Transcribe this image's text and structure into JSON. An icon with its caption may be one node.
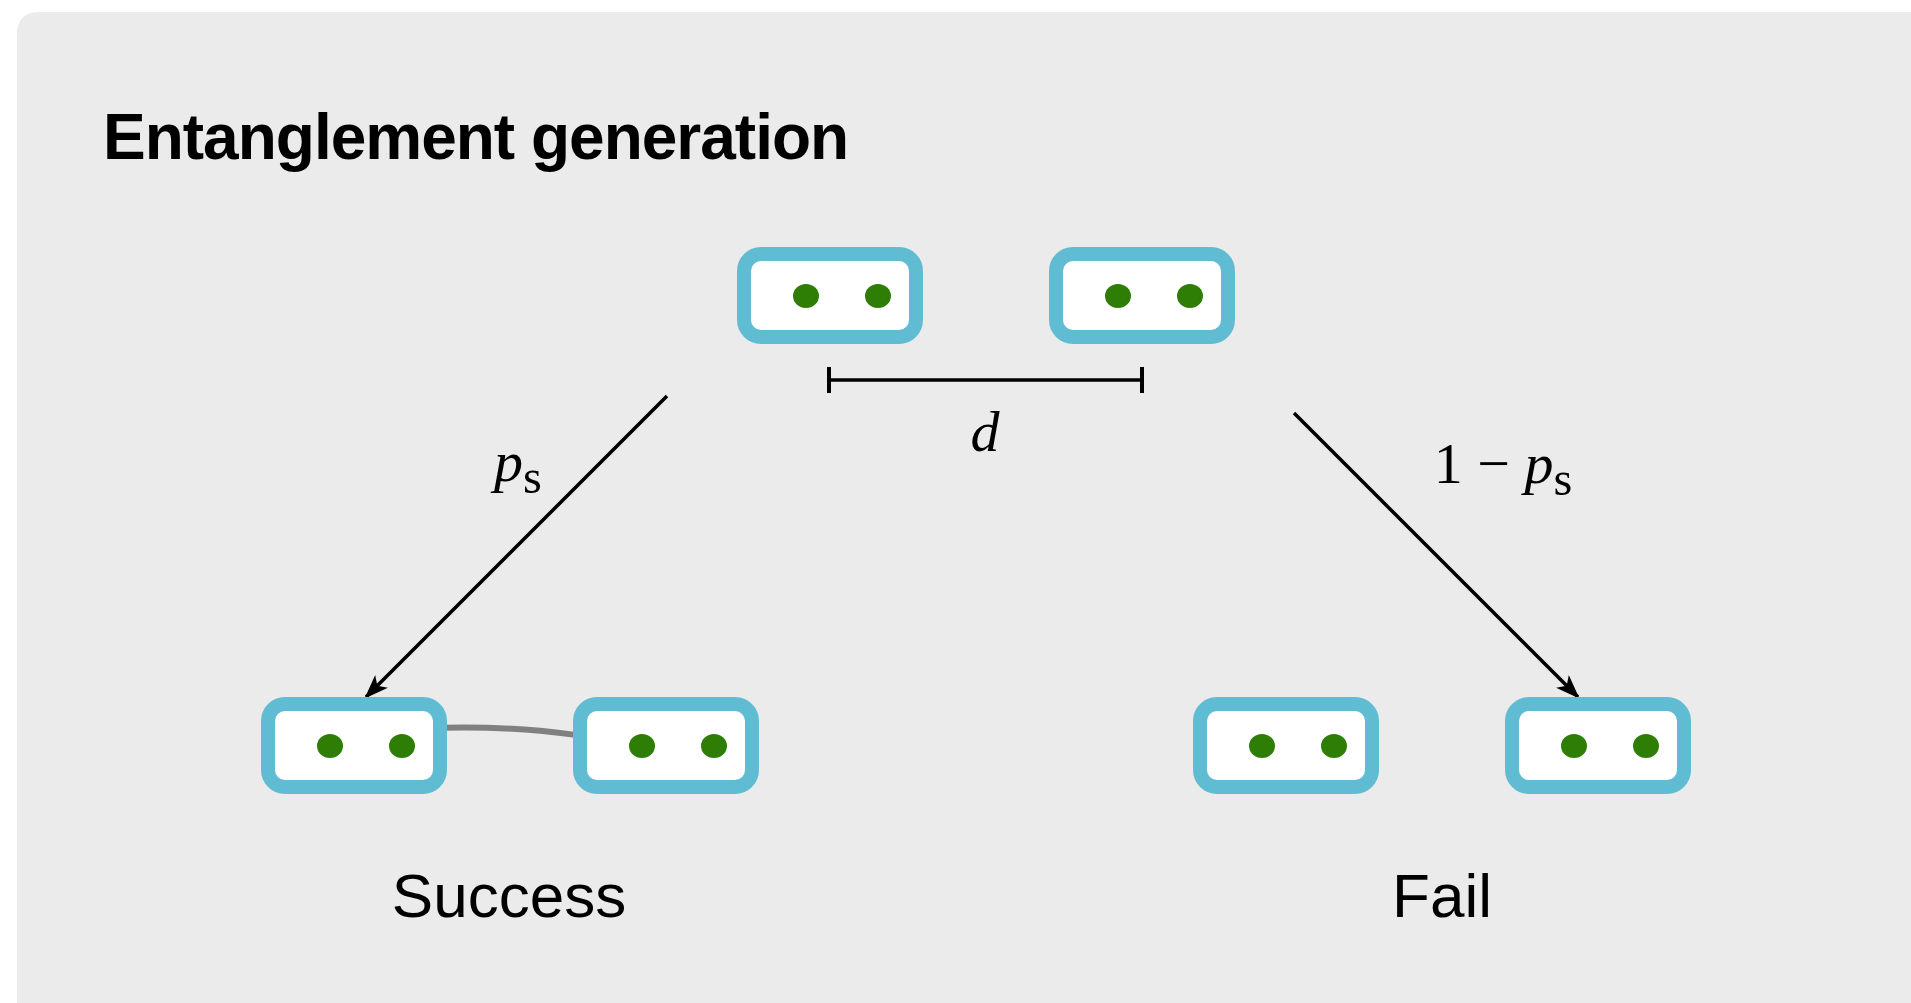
{
  "diagram": {
    "title": "Entanglement generation",
    "nodes": [
      {
        "text": [],
        "shape": "box"
      },
      {
        "text": [],
        "shape": "box"
      },
      {
        "text": [],
        "shape": "box"
      },
      {
        "text": [],
        "shape": "box"
      },
      {
        "text": [],
        "shape": "box"
      },
      {
        "text": [],
        "shape": "box"
      },
      {
        "text": [
          "Success"
        ]
      },
      {
        "text": [
          "Fail"
        ]
      }
    ],
    "edges": [
      {
        "from": 2,
        "to": 3,
        "arrow": "none",
        "color": "#808080"
      },
      {
        "from": null,
        "to": 2,
        "arrow": "to",
        "label": "*p*$_{s}$"
      },
      {
        "from": null,
        "to": 5,
        "arrow": "to",
        "label": "1 − *p*$_{s}$"
      }
    ],
    "labels": [
      "d"
    ]
  }
}
